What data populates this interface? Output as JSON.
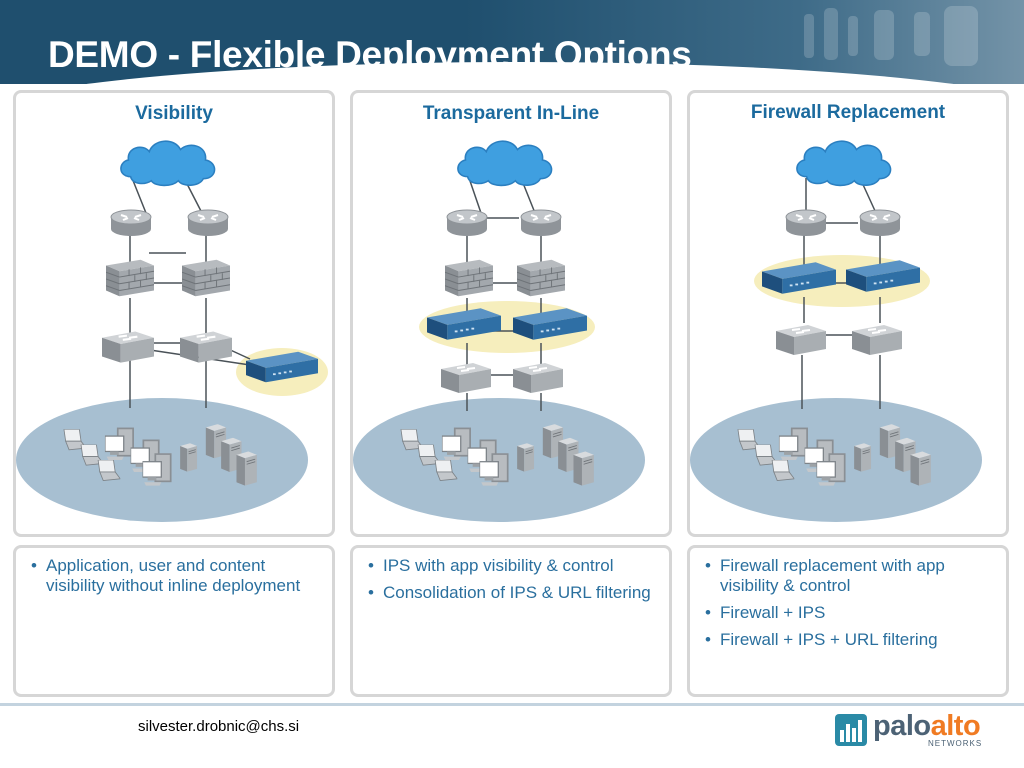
{
  "header": {
    "title": "DEMO - Flexible Deployment Options"
  },
  "panels": [
    {
      "title": "Visibility",
      "bullets": [
        "Application, user and content visibility without inline deployment"
      ]
    },
    {
      "title": "Transparent In-Line",
      "bullets": [
        "IPS with app visibility & control",
        "Consolidation of IPS & URL filtering"
      ]
    },
    {
      "title": "Firewall Replacement",
      "bullets": [
        "Firewall replacement with app visibility & control",
        "Firewall + IPS",
        "Firewall + IPS + URL filtering"
      ]
    }
  ],
  "footer": {
    "email": "silvester.drobnic@chs.si"
  },
  "logo": {
    "word_a": "palo",
    "word_b": "alto",
    "sub": "NETWORKS"
  },
  "colors": {
    "header": "#1f4f6e",
    "title_text": "#1b6a9e",
    "bullet_text": "#2a6f9e",
    "highlight": "#f6eebd",
    "ellipse": "#a7bfd1",
    "cloud": "#3f9fe0",
    "device_blue": "#2f6fa5",
    "logo_orange": "#f07b23"
  },
  "icons": [
    "cloud-icon",
    "router-icon",
    "firewall-icon",
    "switch-icon",
    "palo-alto-appliance-icon",
    "laptop-icon",
    "desktop-icon",
    "server-icon"
  ]
}
